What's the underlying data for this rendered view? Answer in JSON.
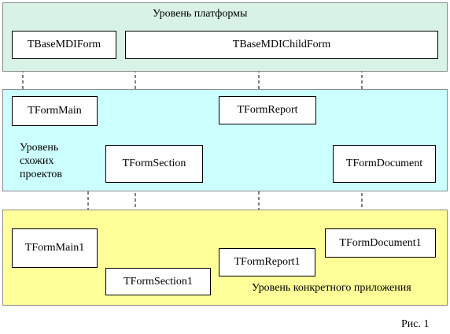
{
  "colors": {
    "platform_band": "#d9f2e6",
    "projects_band": "#ccffff",
    "app_band": "#ffff99"
  },
  "levels": {
    "platform": "Уровень платформы",
    "projects_line1": "Уровень",
    "projects_line2": "схожих",
    "projects_line3": "проектов",
    "app": "Уровень конкретного приложения"
  },
  "nodes": {
    "base_mdi_form": "TBaseMDIForm",
    "base_mdi_child_form": "TBaseMDIChildForm",
    "form_main": "TFormMain",
    "form_report": "TFormReport",
    "form_section": "TFormSection",
    "form_document": "TFormDocument",
    "form_main1": "TFormMain1",
    "form_report1": "TFormReport1",
    "form_section1": "TFormSection1",
    "form_document1": "TFormDocument1"
  },
  "caption": "Рис. 1"
}
